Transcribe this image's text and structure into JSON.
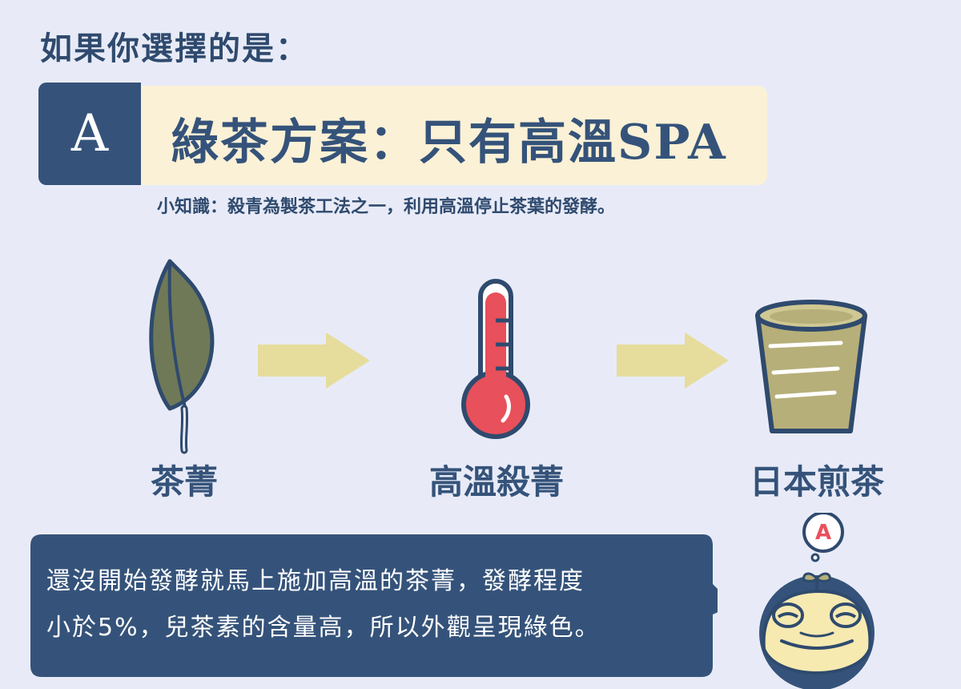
{
  "heading": "如果你選擇的是：",
  "option": {
    "letter": "A",
    "title": "綠茶方案：只有高溫SPA"
  },
  "tip": "小知識：殺青為製茶工法之一，利用高溫停止茶葉的發酵。",
  "steps": [
    {
      "label": "茶菁",
      "icon": "tea-leaf-icon"
    },
    {
      "label": "高溫殺菁",
      "icon": "thermometer-icon"
    },
    {
      "label": "日本煎茶",
      "icon": "tea-cup-icon"
    }
  ],
  "speech": {
    "line1": "還沒開始發酵就馬上施加高溫的茶菁，發酵程度",
    "line2": "小於5%，兒茶素的含量高，所以外觀呈現綠色。"
  },
  "mascot": {
    "badge": "A"
  },
  "colors": {
    "navy": "#35537a",
    "background": "#e8ebf7",
    "banner": "#fbf1d6",
    "arrow": "#e6dc9c",
    "leaf": "#6f7958",
    "thermometer_red": "#e8505b",
    "cup": "#b7af79"
  }
}
